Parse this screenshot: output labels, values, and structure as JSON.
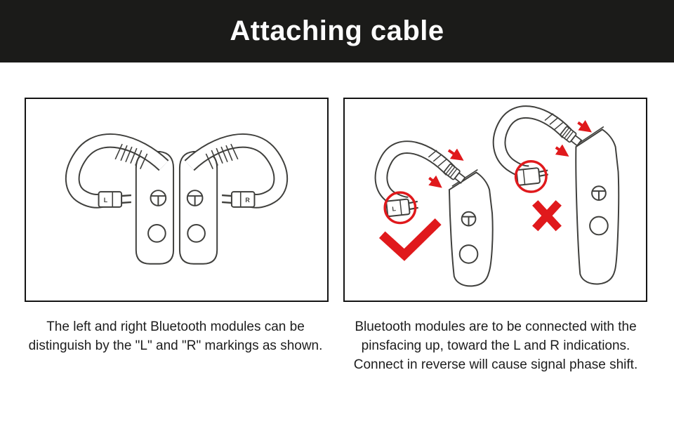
{
  "header": {
    "title": "Attaching cable",
    "background_color": "#1b1b19",
    "text_color": "#fdfdfd"
  },
  "panels": {
    "left": {
      "caption_lines": {
        "0": "The left and right Bluetooth modules can be",
        "1": "distinguish by the \"L\" and \"R\" markings as shown."
      },
      "module_markings": {
        "left": "L",
        "right": "R"
      }
    },
    "right": {
      "caption_lines": {
        "0": "Bluetooth modules are to be connected with the",
        "1": "pinsfacing up, toward the L and R indications.",
        "2": "Connect in reverse will cause signal phase shift."
      },
      "correct_connector_marking": "L",
      "marks": {
        "correct": "check",
        "incorrect": "cross"
      }
    }
  },
  "colors": {
    "line_art": "#3f3f3c",
    "accent_red": "#e0191c",
    "panel_border": "#141414"
  }
}
